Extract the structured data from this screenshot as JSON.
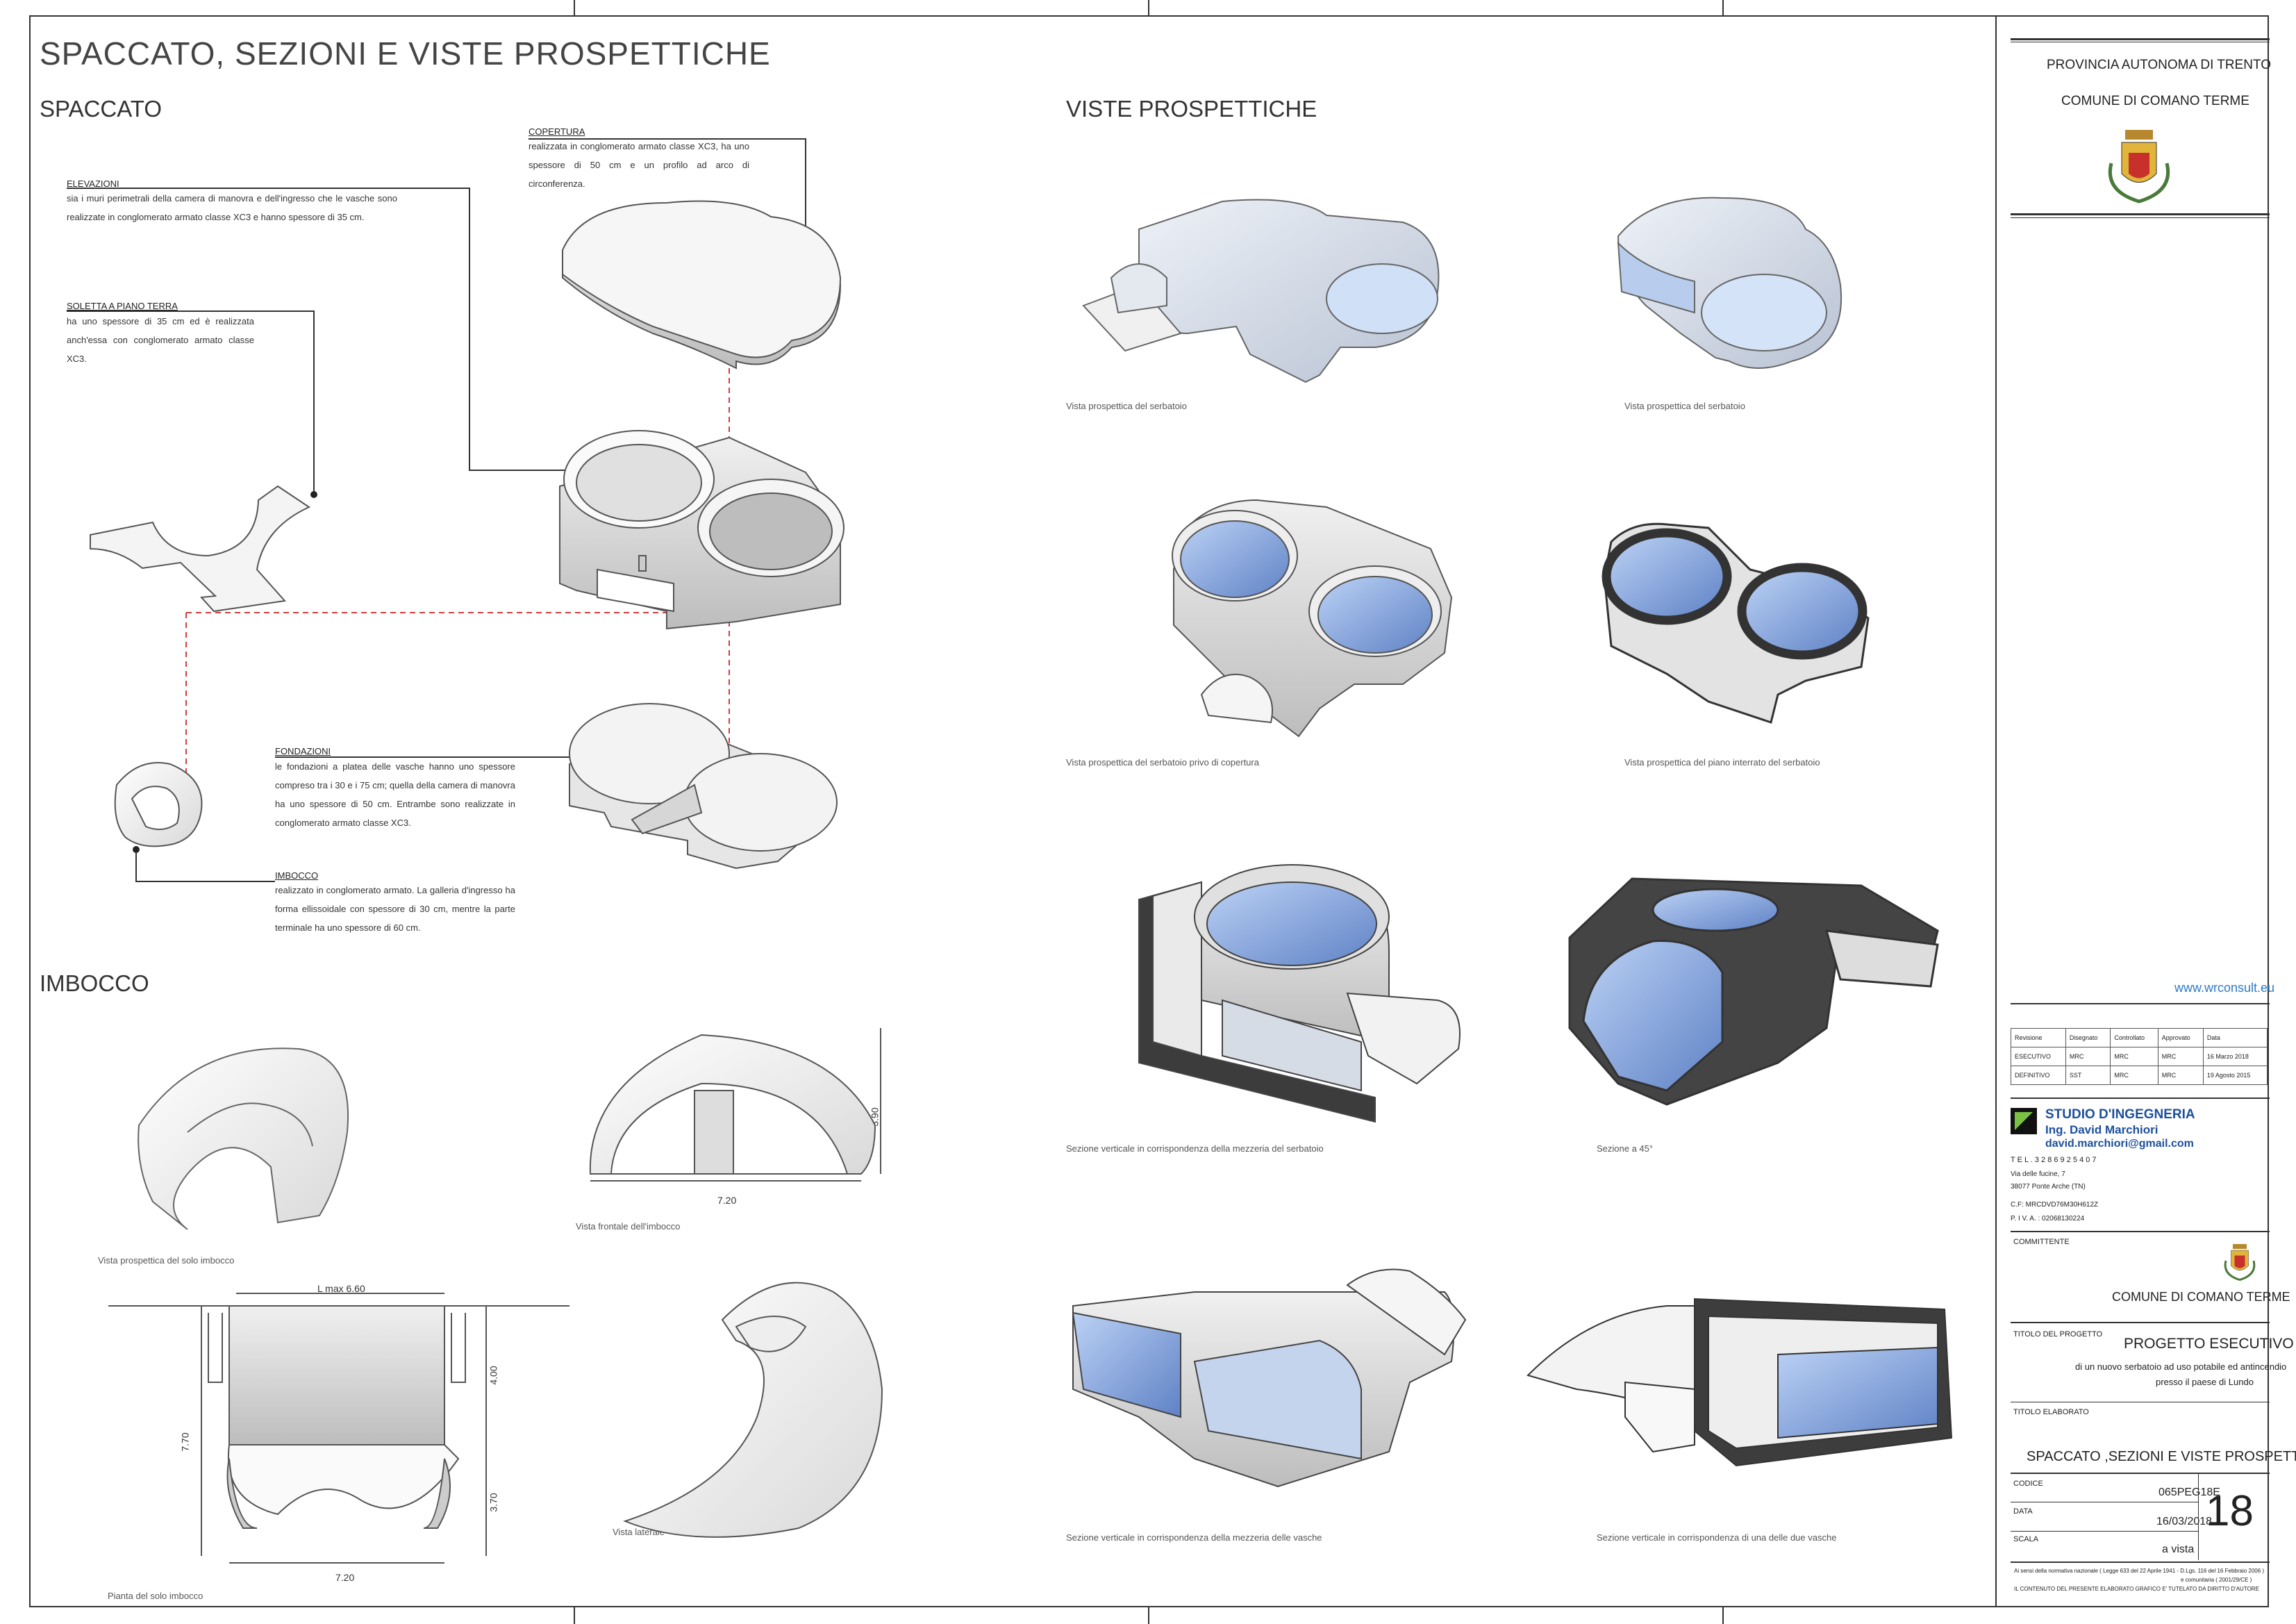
{
  "main_title": "SPACCATO, SEZIONI E VISTE PROSPETTICHE",
  "sections": {
    "spaccato": "SPACCATO",
    "viste": "VISTE PROSPETTICHE",
    "imbocco": "IMBOCCO"
  },
  "notes": {
    "copertura": {
      "title": "COPERTURA",
      "text": "realizzata in conglomerato armato classe XC3, ha uno spessore di 50 cm e un profilo ad arco di circonferenza."
    },
    "elevazioni": {
      "title": "ELEVAZIONI",
      "text": "sia i muri perimetrali della camera di manovra e dell'ingresso che le vasche sono realizzate in conglomerato armato classe XC3 e hanno spessore di 35 cm."
    },
    "soletta": {
      "title": "SOLETTA A PIANO TERRA",
      "text": "ha uno spessore di 35 cm ed è realizzata anch'essa con conglomerato armato classe XC3."
    },
    "fondazioni": {
      "title": "FONDAZIONI",
      "text": "le fondazioni a platea delle vasche hanno uno spessore compreso tra i 30 e i 75 cm; quella della camera di manovra ha uno spessore di 50 cm. Entrambe sono realizzate in conglomerato armato classe XC3."
    },
    "imbocco": {
      "title": "IMBOCCO",
      "text": "realizzato in conglomerato armato. La galleria d'ingresso ha forma ellissoidale con spessore di 30 cm, mentre la parte terminale ha uno spessore di 60 cm."
    }
  },
  "captions": {
    "v1": "Vista prospettica del serbatoio",
    "v2": "Vista prospettica del serbatoio",
    "v3": "Vista prospettica del serbatoio privo di copertura",
    "v4": "Vista prospettica del piano interrato del serbatoio",
    "v5": "Sezione verticale in corrispondenza della mezzeria del serbatoio",
    "v6": "Sezione a 45°",
    "v7": "Sezione verticale  in corrispondenza della mezzeria delle vasche",
    "v8": "Sezione verticale  in corrispondenza di una delle due vasche",
    "i1": "Vista prospettica del solo imbocco",
    "i2": "Vista frontale dell'imbocco",
    "i3": "Pianta del solo imbocco",
    "i4": "Vista laterale"
  },
  "dimensions": {
    "front_width": "7.20",
    "front_height": "3.90",
    "plan_lmax": "L  max  6.60",
    "plan_total": "7.70",
    "plan_upper": "4.00",
    "plan_lower": "3.70",
    "plan_width": "7.20"
  },
  "title_block": {
    "provincia": "PROVINCIA AUTONOMA DI TRENTO",
    "comune": "COMUNE DI COMANO TERME",
    "website": "www.wrconsult.eu",
    "rev_headers": [
      "Revisione",
      "Disegnato",
      "Controllato",
      "Approvato",
      "Data"
    ],
    "rev_rows": [
      [
        "ESECUTIVO",
        "MRC",
        "MRC",
        "MRC",
        "16 Marzo 2018"
      ],
      [
        "DEFINITIVO",
        "SST",
        "MRC",
        "MRC",
        "19 Agosto 2015"
      ]
    ],
    "studio_name": "STUDIO D'INGEGNERIA",
    "engineer": "Ing. David Marchiori",
    "email": "david.marchiori@gmail.com",
    "tel": "T E L .   3 2 8  6 9  2 5  4 0 7",
    "address1": "Via delle fucine, 7",
    "address2": "38077 Ponte Arche (TN)",
    "cf": "C.F: MRCDVD76M30H612Z",
    "piva": "P. I V. A. :  02068130224",
    "committente_label": "COMMITTENTE",
    "committente": "COMUNE DI COMANO TERME",
    "titolo_progetto_label": "TITOLO DEL PROGETTO",
    "progetto": "PROGETTO ESECUTIVO",
    "progetto_desc1": "di un nuovo serbatoio ad uso potabile ed antincendio",
    "progetto_desc2": "presso il paese di Lundo",
    "titolo_elaborato_label": "TITOLO ELABORATO",
    "elaborato": "SPACCATO ,SEZIONI E VISTE PROSPETTICHE",
    "codice_label": "CODICE",
    "codice": "065PEG18E",
    "data_label": "DATA",
    "data": "16/03/2018",
    "scala_label": "SCALA",
    "scala": "a vista",
    "tavola": "18",
    "legal1": "Ai sensi della normativa nazionale ( Legge 633 del 22 Aprile 1941 - D.Lgs. 116 del 16 Febbraio 2006 )",
    "legal2": "e comunitaria ( 2001/29/CE )",
    "legal3": "IL CONTENUTO DEL PRESENTE ELABORATO GRAFICO E' TUTELATO DA DIRITTO D'AUTORE"
  }
}
